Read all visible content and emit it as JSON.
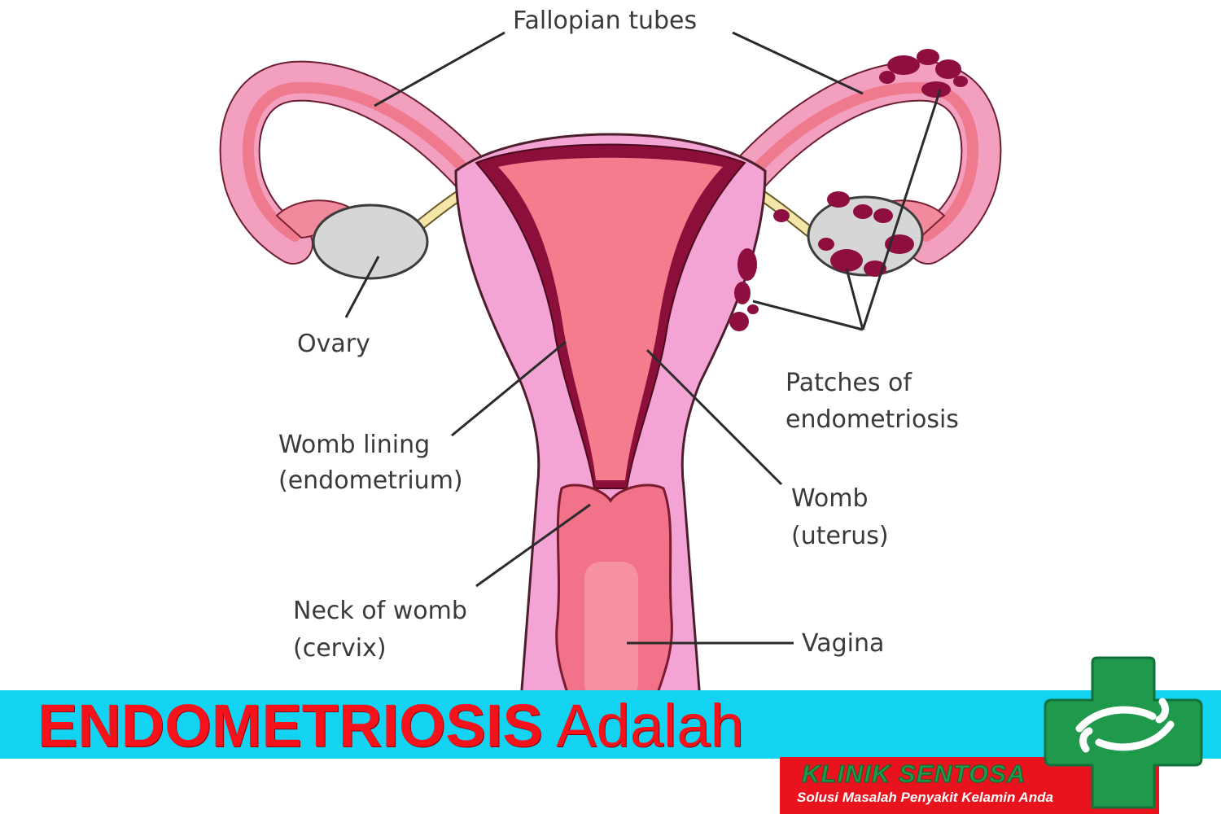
{
  "diagram": {
    "labels": {
      "fallopian_tubes": "Fallopian tubes",
      "ovary": "Ovary",
      "patches_1": "Patches of",
      "patches_2": "endometriosis",
      "womb_lining_1": "Womb lining",
      "womb_lining_2": "(endometrium)",
      "womb_1": "Womb",
      "womb_2": "(uterus)",
      "neck_1": "Neck of womb",
      "neck_2": "(cervix)",
      "vagina": "Vagina"
    }
  },
  "banner": {
    "title_bold": "ENDOMETRIOSIS",
    "title_rest": "Adalah"
  },
  "klinik": {
    "name": "KLINIK SENTOSA",
    "tagline": "Solusi Masalah Penyakit Kelamin Anda"
  },
  "colors": {
    "banner_bg": "#12d3f2",
    "title_red": "#f5121b",
    "logo_green": "#1f9a4c",
    "tissue_pink": "#f48fb1",
    "lesion": "#8e0f3f"
  },
  "icons": [
    "medical-cross-logo-icon",
    "caring-hands-icon"
  ]
}
